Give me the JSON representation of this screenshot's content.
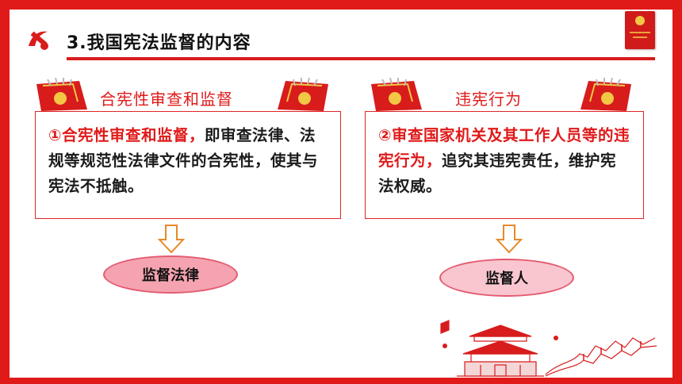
{
  "header": {
    "title": "3.我国宪法监督的内容"
  },
  "left": {
    "banner": "合宪性审查和监督",
    "text_highlight": "①合宪性审查和监督，",
    "text_body": "即审查法律、法规等规范性法律文件的合宪性，使其与宪法不抵触。",
    "result": "监督法律"
  },
  "right": {
    "banner": "违宪行为",
    "text_highlight": "②审查国家机关及其工作人员等的违宪行为，",
    "text_body": "追究其违宪责任，维护宪法权威。",
    "result": "监督人"
  },
  "colors": {
    "accent": "#e01919",
    "pill": "#f5a3b0",
    "pill_light": "#f9c6cf"
  }
}
